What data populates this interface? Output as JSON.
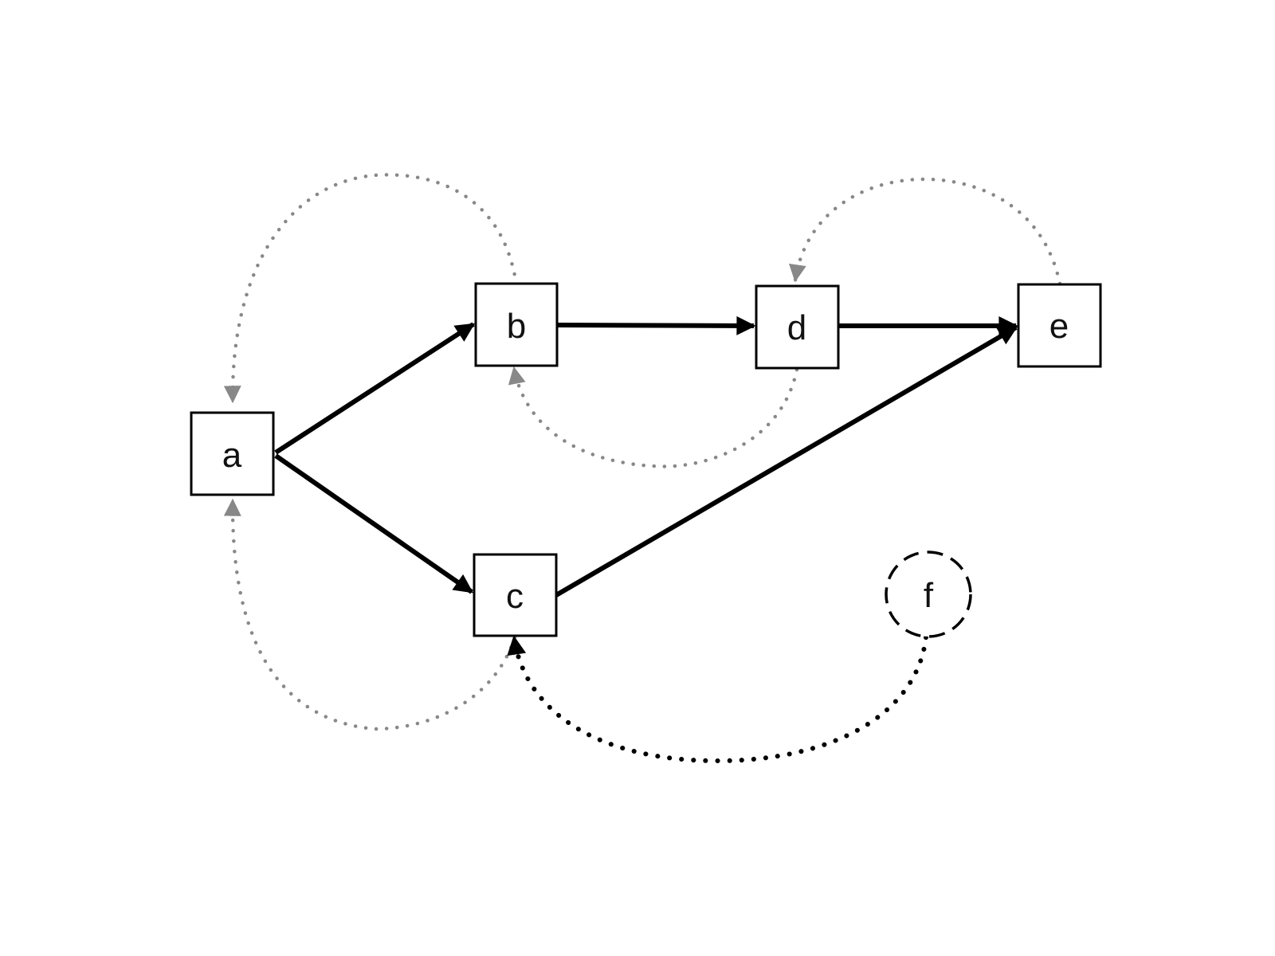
{
  "diagram": {
    "nodes": [
      {
        "id": "a",
        "label": "a",
        "shape": "box"
      },
      {
        "id": "b",
        "label": "b",
        "shape": "box"
      },
      {
        "id": "c",
        "label": "c",
        "shape": "box"
      },
      {
        "id": "d",
        "label": "d",
        "shape": "box"
      },
      {
        "id": "e",
        "label": "e",
        "shape": "box"
      },
      {
        "id": "f",
        "label": "f",
        "shape": "dashed-circle"
      }
    ],
    "edges": [
      {
        "from": "a",
        "to": "b",
        "style": "solid"
      },
      {
        "from": "a",
        "to": "c",
        "style": "solid"
      },
      {
        "from": "b",
        "to": "d",
        "style": "solid"
      },
      {
        "from": "d",
        "to": "e",
        "style": "solid"
      },
      {
        "from": "c",
        "to": "e",
        "style": "solid"
      },
      {
        "from": "b",
        "to": "a",
        "style": "dotted-gray"
      },
      {
        "from": "c",
        "to": "a",
        "style": "dotted-gray"
      },
      {
        "from": "d",
        "to": "b",
        "style": "dotted-gray"
      },
      {
        "from": "e",
        "to": "d",
        "style": "dotted-gray"
      },
      {
        "from": "f",
        "to": "c",
        "style": "dotted-black"
      }
    ],
    "colors": {
      "solid": "#000000",
      "dotted_gray": "#888888",
      "dotted_black": "#000000",
      "background": "#ffffff"
    }
  }
}
